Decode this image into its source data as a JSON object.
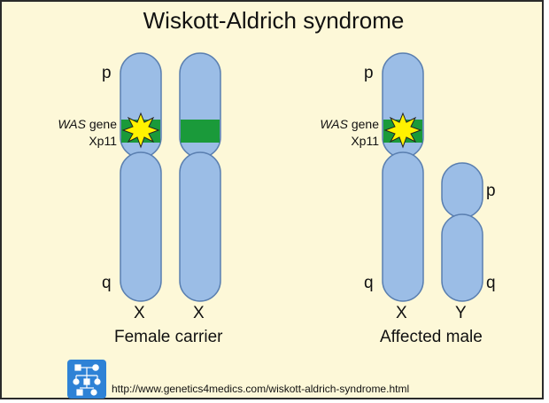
{
  "title": "Wiskott-Aldrich syndrome",
  "left_panel": {
    "p_label": "p",
    "q_label": "q",
    "gene_name": "WAS",
    "gene_word": "gene",
    "gene_locus": "Xp11",
    "chr1_label": "X",
    "chr2_label": "X",
    "caption": "Female carrier"
  },
  "right_panel": {
    "p_label": "p",
    "q_label": "q",
    "gene_name": "WAS",
    "gene_word": "gene",
    "gene_locus": "Xp11",
    "chr1_label": "X",
    "chr2_label": "Y",
    "y_p_label": "p",
    "y_q_label": "q",
    "caption": "Affected male"
  },
  "footer": {
    "url": "http://www.genetics4medics.com/wiskott-aldrich-syndrome.html"
  },
  "colors": {
    "background": "#fdf8d8",
    "chromosome_fill": "#9bbde6",
    "chromosome_stroke": "#5a7fb0",
    "gene_band": "#1a9a3a",
    "mutation_star": "#fff200",
    "logo": "#2e82d6"
  }
}
